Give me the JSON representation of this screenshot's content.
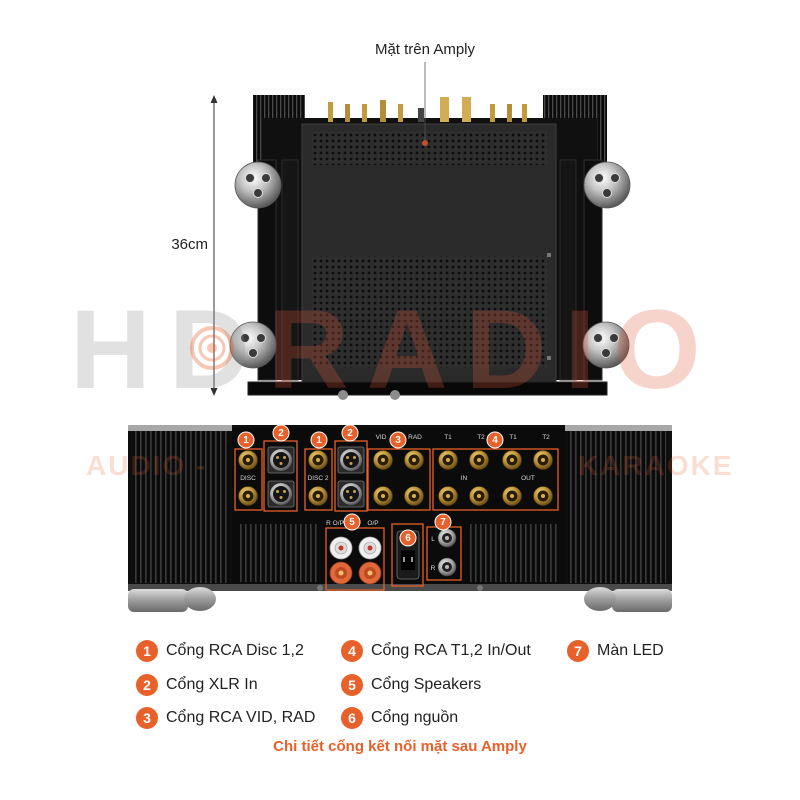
{
  "top_view": {
    "label": "Mặt trên Amply",
    "height_dimension": "36cm"
  },
  "watermark": {
    "brand_prefix": "HD",
    "brand_suffix": "RADIO",
    "tagline_left": "AUDIO -",
    "tagline_right": "KARAOKE"
  },
  "rear_panel": {
    "labels": {
      "disc1": "DISC",
      "disc2": "DISC 2",
      "vid": "VID",
      "rad": "RAD",
      "t1_in": "T1",
      "t2_in": "T2",
      "t1_out": "T1",
      "t2_out": "T2",
      "in": "IN",
      "out": "OUT",
      "speaker_right": "R O/P",
      "speaker_left": "O/P",
      "led_left": "L",
      "led_right": "R"
    },
    "callouts": [
      "1",
      "2",
      "1",
      "2",
      "3",
      "4",
      "5",
      "6",
      "7"
    ]
  },
  "legend": [
    {
      "number": "1",
      "text": "Cổng RCA Disc 1,2"
    },
    {
      "number": "2",
      "text": "Cổng XLR In"
    },
    {
      "number": "3",
      "text": "Cổng RCA VID, RAD"
    },
    {
      "number": "4",
      "text": "Cổng RCA T1,2 In/Out"
    },
    {
      "number": "5",
      "text": "Cổng Speakers"
    },
    {
      "number": "6",
      "text": "Cổng nguồn"
    },
    {
      "number": "7",
      "text": "Màn LED"
    }
  ],
  "caption": "Chi tiết cổng kết nối mặt sau Amply",
  "colors": {
    "accent": "#e8602a"
  }
}
